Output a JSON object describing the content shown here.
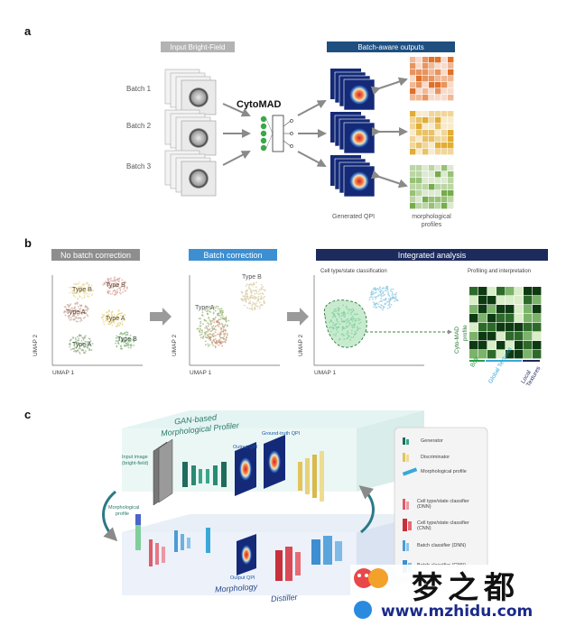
{
  "panel_a": {
    "letter": "a",
    "input_header": "Input Bright-Field",
    "output_header": "Batch-aware outputs",
    "batches": [
      "Batch 1",
      "Batch 2",
      "Batch 3"
    ],
    "model_name": "CytoMAD",
    "generated_label": "Generated QPI",
    "morph_label_1": "morphological",
    "morph_label_2": "profiles",
    "colors": {
      "header_gray": "#b3b3b3",
      "header_blue": "#1e4f80",
      "orange": "#e0702a",
      "yellow": "#e2ad33",
      "green": "#76ac4a"
    }
  },
  "panel_b": {
    "letter": "b",
    "no_correction_header": "No batch correction",
    "correction_header": "Batch correction",
    "integrated_header": "Integrated analysis",
    "cluster_labels": [
      "Type B",
      "Type B",
      "Type A",
      "Type A",
      "Type A",
      "Type B"
    ],
    "corrected_labels": [
      "Type B",
      "Type A"
    ],
    "umap1": "UMAP 1",
    "umap2": "UMAP 2",
    "classification_label": "Cell type/state classification",
    "profiling_label": "Profiling and interpretation",
    "profile_axis_1": "Cyto-MAD",
    "profile_axis_2": "profile",
    "bottom_labels": [
      "Bulk",
      "Global Textures",
      "Local Textures"
    ],
    "colors": {
      "gray": "#8e8e8e",
      "blue": "#3d8fd1",
      "navy": "#1d2a5c",
      "green": "#3a8a3a"
    }
  },
  "panel_c": {
    "letter": "c",
    "profiler_title_1": "GAN-based",
    "profiler_title_2": "Morphological Profiler",
    "input_image_1": "Input image",
    "input_image_2": "(bright-field)",
    "output_qpi": "Output QPI",
    "ground_truth_qpi": "Ground-truth QPI",
    "morph_profile_1": "Morphological",
    "morph_profile_2": "profile",
    "output_qpi_bottom": "Output QPI",
    "distiller_1": "Morphology",
    "distiller_2": "Distiller",
    "legend": [
      "Generator",
      "Discriminator",
      "Morphological profile",
      "Cell type/state classifier (DNN)",
      "Cell type/state classifier (CNN)",
      "Batch classifier (DNN)",
      "Batch classifier (CNN)"
    ]
  },
  "watermark": {
    "chars": "梦之都",
    "url": "www.mzhidu.com"
  }
}
